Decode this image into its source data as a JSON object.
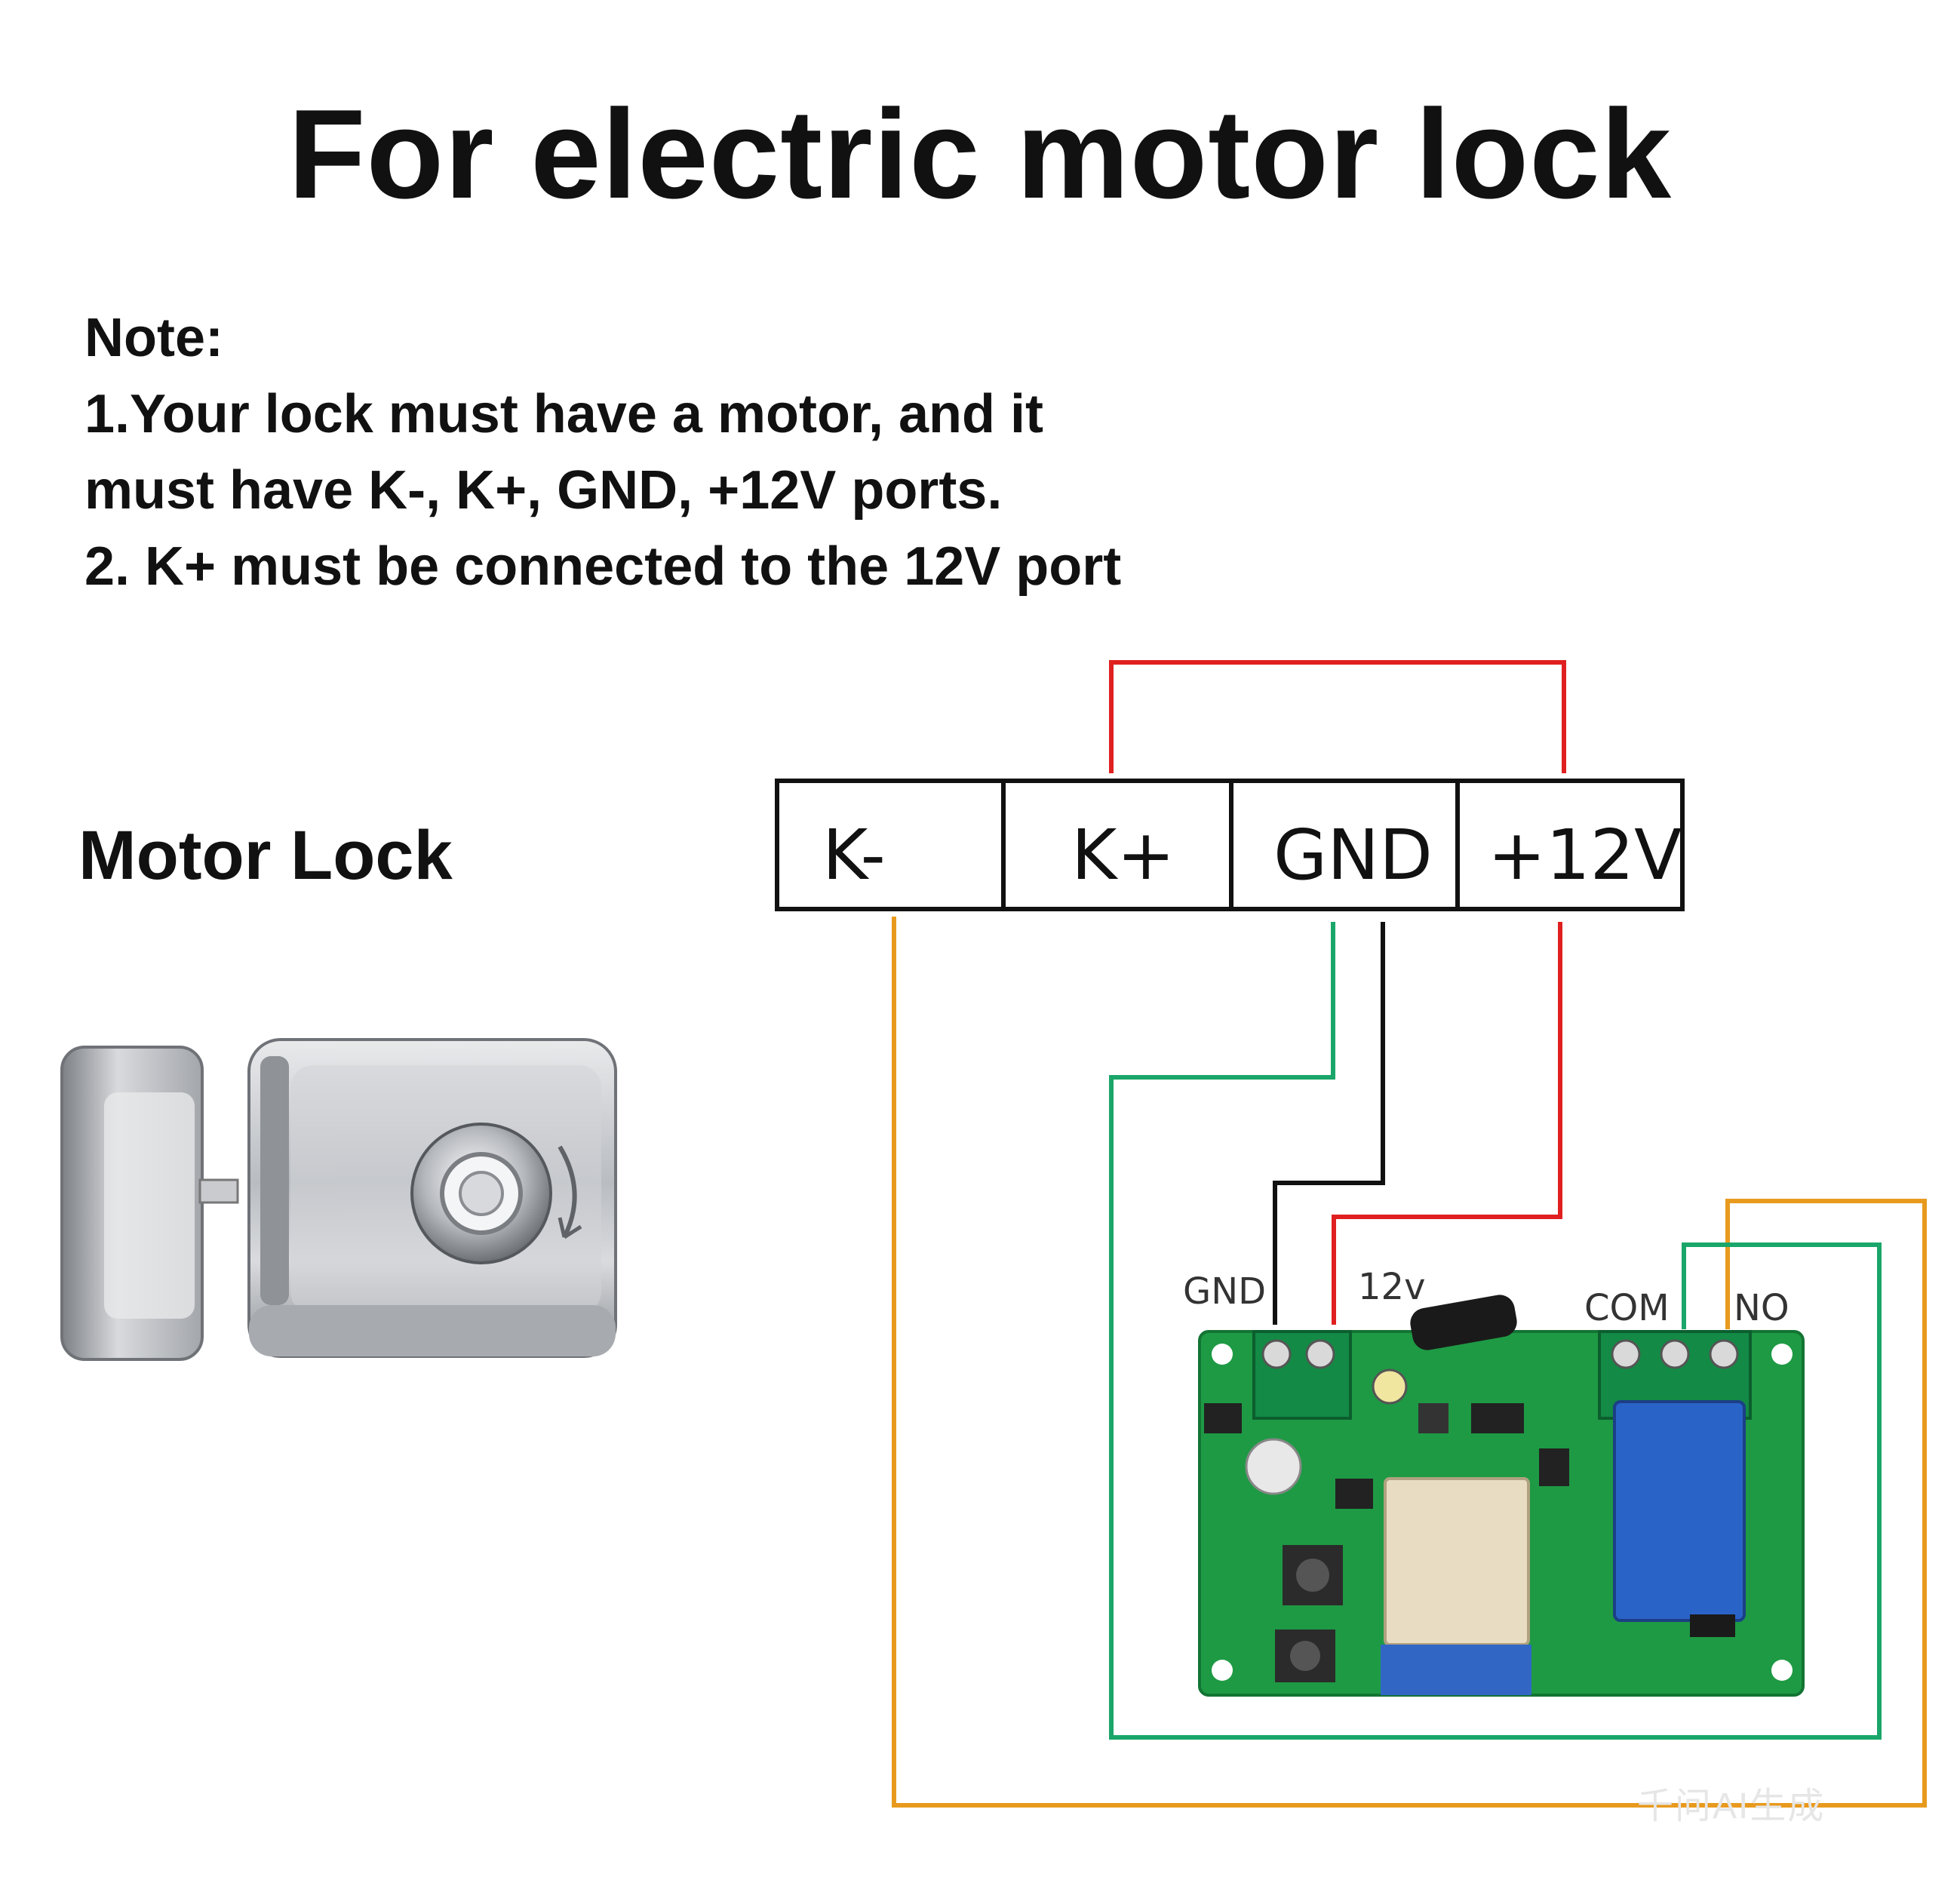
{
  "title": "For electric motor lock",
  "note": {
    "heading": "Note:",
    "line1": "1.Your lock must have a motor, and it",
    "line2": "must have K-, K+, GND, +12V ports.",
    "line3": "2. K+ must be connected to the 12V port"
  },
  "motor_lock_label": "Motor Lock",
  "terminals": [
    "K-",
    "K+",
    "GND",
    "+12V"
  ],
  "board_labels": {
    "gnd": "GND",
    "v12": "12v",
    "com": "COM",
    "no": "NO"
  },
  "wire_colors": {
    "red": "#e02020",
    "green": "#1aa66a",
    "black": "#111111",
    "orange": "#e89a1e"
  },
  "watermark": "千问AI生成",
  "icons": [
    "motor-lock-image",
    "relay-board-image"
  ]
}
